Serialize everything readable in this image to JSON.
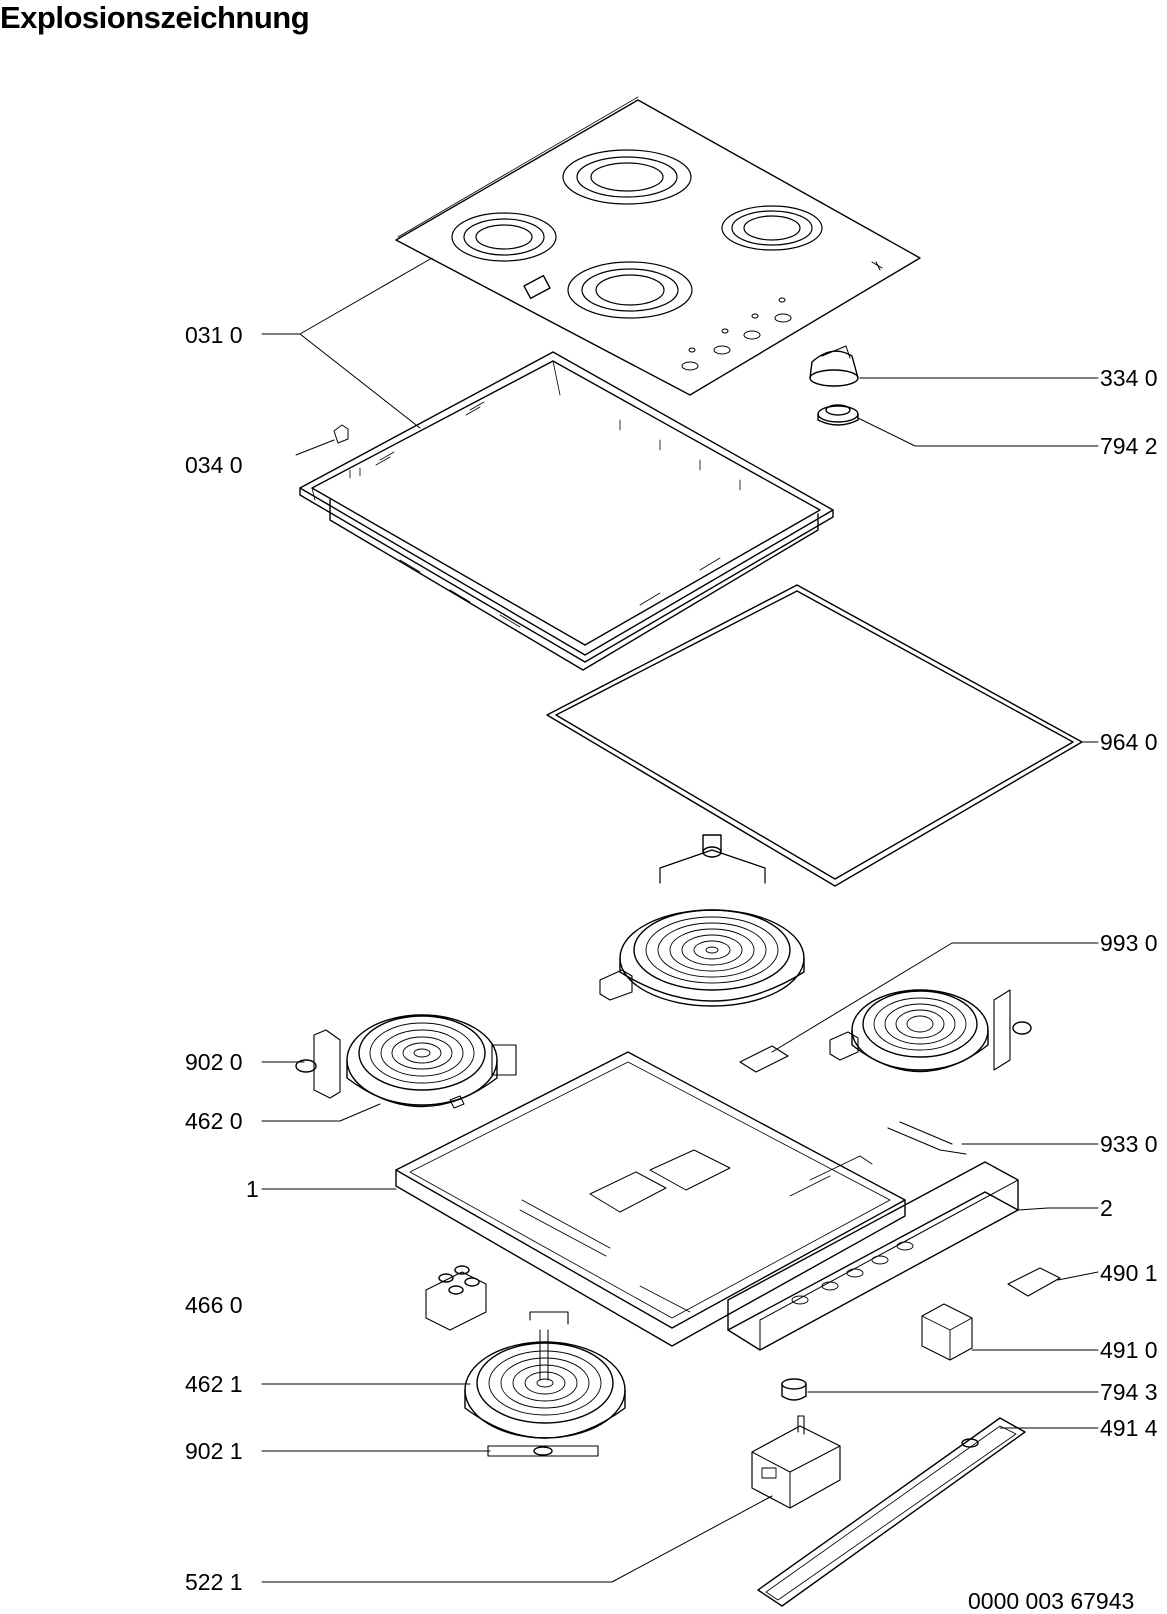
{
  "title": "Explosionszeichnung",
  "document_number": "0000 003 67943",
  "parts": {
    "p0310": "031 0",
    "p0340": "034 0",
    "p3340": "334 0",
    "p7942": "794 2",
    "p9640": "964 0",
    "p9930": "993 0",
    "p9020": "902 0",
    "p4620": "462 0",
    "p9330": "933 0",
    "p1": "1",
    "p2": "2",
    "p4901": "490 1",
    "p4660": "466 0",
    "p4910": "491 0",
    "p4621": "462 1",
    "p7943": "794 3",
    "p9021": "902 1",
    "p4914": "491 4",
    "p5221": "522 1"
  }
}
